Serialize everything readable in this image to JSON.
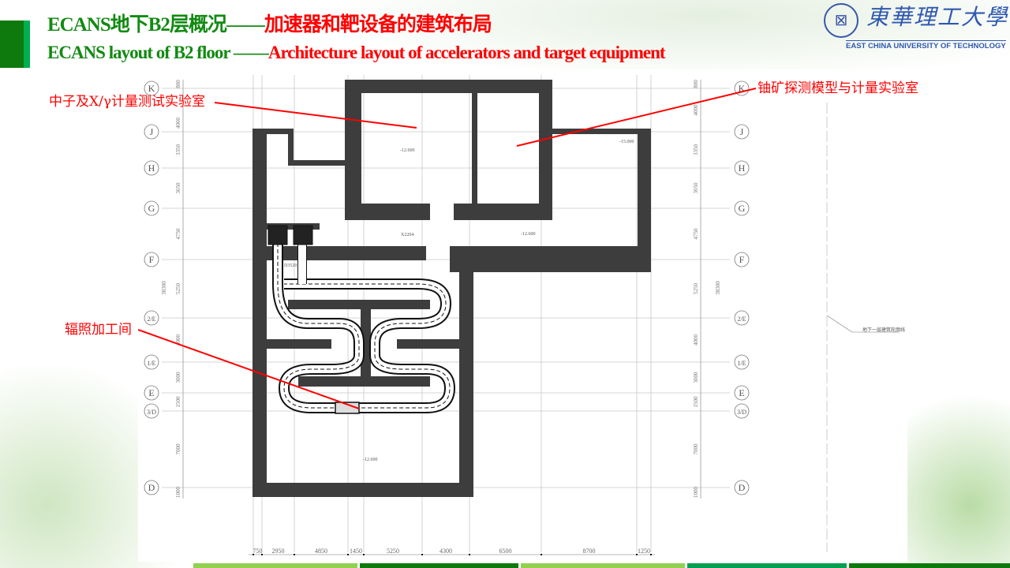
{
  "slide": {
    "title_cn_green": "ECANS地下B2层概况——",
    "title_cn_red": "加速器和靶设备的建筑布局",
    "title_en_green": "ECANS layout of B2 floor ——",
    "title_en_red": "Architecture layout of accelerators and target equipment"
  },
  "logo": {
    "name_cn": "東華理工大學",
    "name_en": "EAST CHINA UNIVERSITY OF TECHNOLOGY"
  },
  "annotations": {
    "neutron_lab": "中子及X/γ计量测试实验室",
    "uranium_lab": "铀矿探测模型与计量实验室",
    "irradiation_room": "辐照加工间"
  },
  "axes": {
    "rows": [
      "K",
      "J",
      "H",
      "G",
      "F",
      "2/E",
      "1/E",
      "E",
      "3/D",
      "D"
    ],
    "row_dims": [
      "800",
      "4000",
      "3350",
      "3650",
      "4750",
      "5250",
      "4000",
      "3000",
      "1500",
      "7000",
      "1000"
    ],
    "total_height": "38300",
    "col_dims": [
      "750",
      "2950",
      "4850",
      "1450",
      "5250",
      "4300",
      "6500",
      "8700",
      "1250"
    ]
  },
  "drawing_text": {
    "elev_1": "-12.600",
    "elev_2": "-12.600",
    "elev_3": "-15.000",
    "elev_4": "-12.600",
    "room_code": "X2204",
    "beam_code": "D3520",
    "side_note": "地下一层建筑轮廓线"
  },
  "colors": {
    "wall": "#3d3d3d",
    "accent_red": "#ff0000",
    "title_green": "#128a12"
  }
}
